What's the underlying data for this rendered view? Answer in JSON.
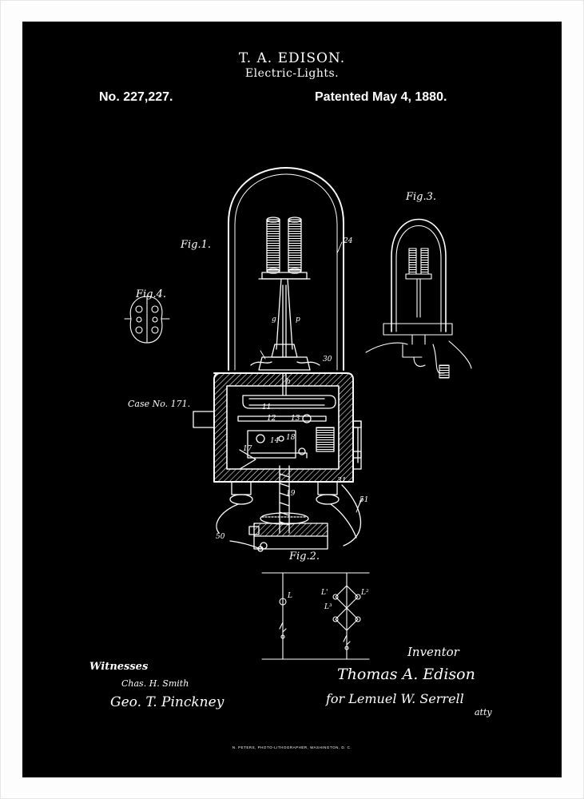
{
  "patent": {
    "inventor_name": "T. A. EDISON.",
    "title": "Electric-Lights.",
    "number": "No. 227,227.",
    "date": "Patented May 4, 1880.",
    "case": "Case No. 171."
  },
  "figures": {
    "fig1": "Fig.1.",
    "fig2": "Fig.2.",
    "fig3": "Fig.3.",
    "fig4": "Fig.4."
  },
  "reference_numbers": {
    "n24": "24",
    "n30": "30",
    "n31": "31",
    "n50": "50",
    "n51": "51",
    "n11": "11",
    "n12": "12",
    "n13": "13",
    "n14": "14",
    "n17": "17",
    "n18": "18",
    "n19": "19",
    "h": "h",
    "g": "g",
    "p": "p",
    "L": "L",
    "L1": "L'",
    "L2": "L²",
    "L3": "L³"
  },
  "signatures": {
    "witnesses_label": "Witnesses",
    "witness_1": "Chas. H. Smith",
    "witness_2": "Geo. T. Pinckney",
    "inventor_label": "Inventor",
    "inventor_signature": "Thomas A. Edison",
    "attorney_signature": "for Lemuel W. Serrell",
    "attorney_label": "atty"
  },
  "footer": {
    "printer": "N. PETERS, PHOTO-LITHOGRAPHER, WASHINGTON, D. C."
  },
  "colors": {
    "background": "#000000",
    "ink": "#ffffff",
    "frame": "#ffffff"
  }
}
